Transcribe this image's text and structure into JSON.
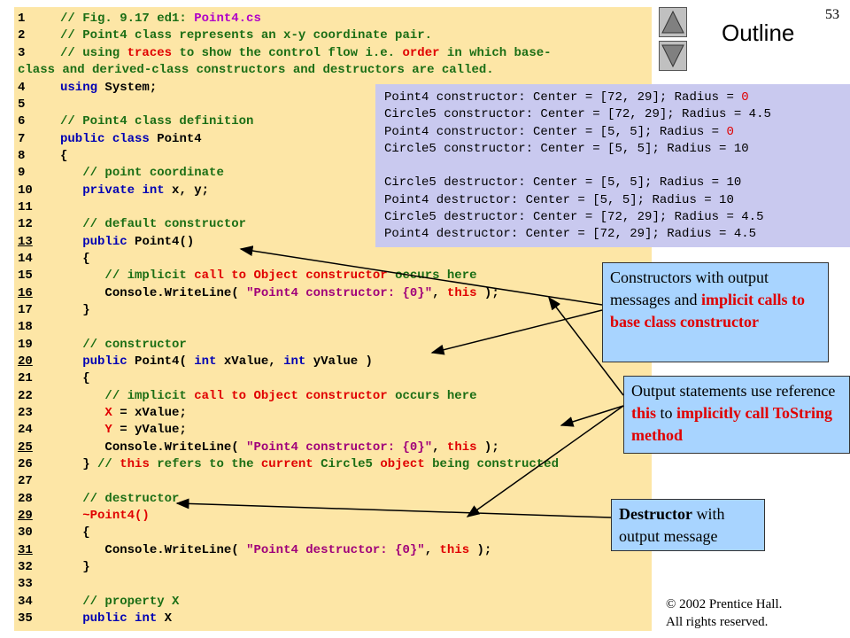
{
  "slide": {
    "page_number": "53",
    "outline_label": "Outline",
    "copyright_line1": "© 2002 Prentice Hall.",
    "copyright_line2": "All rights reserved."
  },
  "code": {
    "l1": {
      "num": "1",
      "comment": "// Fig. 9.17 ed1: ",
      "file": "Point4.cs"
    },
    "l2": {
      "num": "2",
      "comment": "// Point4 class represents an x-y coordinate pair."
    },
    "l3": {
      "num": "3",
      "c1": "// using ",
      "c2": "traces",
      "c3": " to show the control flow i.e. ",
      "c4": "order",
      "c5": " in which base-"
    },
    "l3b": {
      "text": "class and derived-class constructors and destructors are called."
    },
    "l4": {
      "num": "4",
      "kw": "using",
      "rest": " System;"
    },
    "l5": {
      "num": "5"
    },
    "l6": {
      "num": "6",
      "comment": "// Point4 class definition"
    },
    "l7": {
      "num": "7",
      "kw1": "public",
      "kw2": "class",
      "rest": " Point4"
    },
    "l8": {
      "num": "8",
      "rest": "{"
    },
    "l9": {
      "num": "9",
      "comment": "// point coordinate"
    },
    "l10": {
      "num": "10",
      "kw1": "private",
      "kw2": "int",
      "rest": " x, y;"
    },
    "l11": {
      "num": "11"
    },
    "l12": {
      "num": "12",
      "comment": "// default constructor"
    },
    "l13": {
      "num": "13",
      "kw": "public",
      "rest": " Point4()"
    },
    "l14": {
      "num": "14",
      "rest": "{"
    },
    "l15": {
      "num": "15",
      "c1": "// implicit ",
      "c2": "call to Object constructor",
      "c3": " occurs here"
    },
    "l16": {
      "num": "16",
      "pre": "Console.WriteLine( ",
      "str": "\"Point4 constructor: {0}\"",
      "mid": ", ",
      "kw": "this",
      "post": " );"
    },
    "l17": {
      "num": "17",
      "rest": "}"
    },
    "l18": {
      "num": "18"
    },
    "l19": {
      "num": "19",
      "comment": "// constructor"
    },
    "l20": {
      "num": "20",
      "kw1": "public",
      "mid": " Point4( ",
      "kw2": "int",
      "mid2": " xValue, ",
      "kw3": "int",
      "post": " yValue )"
    },
    "l21": {
      "num": "21",
      "rest": "{"
    },
    "l22": {
      "num": "22",
      "c1": "// implicit ",
      "c2": "call to Object constructor",
      "c3": " occurs here"
    },
    "l23": {
      "num": "23",
      "var": "X",
      "rest": " = xValue;"
    },
    "l24": {
      "num": "24",
      "var": "Y",
      "rest": " = yValue;"
    },
    "l25": {
      "num": "25",
      "pre": "Console.WriteLine( ",
      "str": "\"Point4 constructor: {0}\"",
      "mid": ", ",
      "kw": "this",
      "post": " );"
    },
    "l26": {
      "num": "26",
      "pre": "} ",
      "c1": "// ",
      "c2": "this",
      "c3": " refers to the ",
      "c4": "current",
      "c5": " Circle5 ",
      "c6": "object",
      "c7": " being constructed"
    },
    "l27": {
      "num": "27"
    },
    "l28": {
      "num": "28",
      "comment": "// destructor"
    },
    "l29": {
      "num": "29",
      "rest": "~Point4()"
    },
    "l30": {
      "num": "30",
      "rest": "{"
    },
    "l31": {
      "num": "31",
      "pre": "Console.WriteLine( ",
      "str": "\"Point4 destructor: {0}\"",
      "mid": ", ",
      "kw": "this",
      "post": " );"
    },
    "l32": {
      "num": "32",
      "rest": "}"
    },
    "l33": {
      "num": "33"
    },
    "l34": {
      "num": "34",
      "comment": "// property X"
    },
    "l35": {
      "num": "35",
      "kw1": "public",
      "kw2": "int",
      "rest": " X"
    }
  },
  "output": {
    "o1a": "Point4 constructor: Center = [72, 29]; Radius = ",
    "o1b": "0",
    "o2": "Circle5 constructor: Center = [72, 29]; Radius = 4.5",
    "o3a": "Point4 constructor: Center = [5, 5]; Radius = ",
    "o3b": "0",
    "o4": "Circle5 constructor: Center = [5, 5]; Radius = 10",
    "o5": "Circle5 destructor: Center = [5, 5]; Radius = 10",
    "o6": "Point4 destructor: Center = [5, 5]; Radius = 10",
    "o7": "Circle5 destructor: Center = [72, 29]; Radius = 4.5",
    "o8": "Point4 destructor: Center = [72, 29]; Radius = 4.5"
  },
  "callouts": {
    "c1a": "Constructors with output messages and ",
    "c1b": "implicit calls to base class constructor",
    "c2a": "Output statements use reference ",
    "c2b": "this",
    "c2c": " to ",
    "c2d": "implicitly call ToString method",
    "c3a": "Destructor",
    "c3b": " with output message"
  },
  "colors": {
    "code_background": "#fde6a6",
    "output_background": "#c9c9ef",
    "callout_background": "#a8d4ff",
    "comment": "#1b6e15",
    "keyword": "#0000b4",
    "string": "#a0007a",
    "highlight": "#e00000"
  },
  "icons": {
    "up": "triangle-up-icon",
    "down": "triangle-down-icon"
  }
}
